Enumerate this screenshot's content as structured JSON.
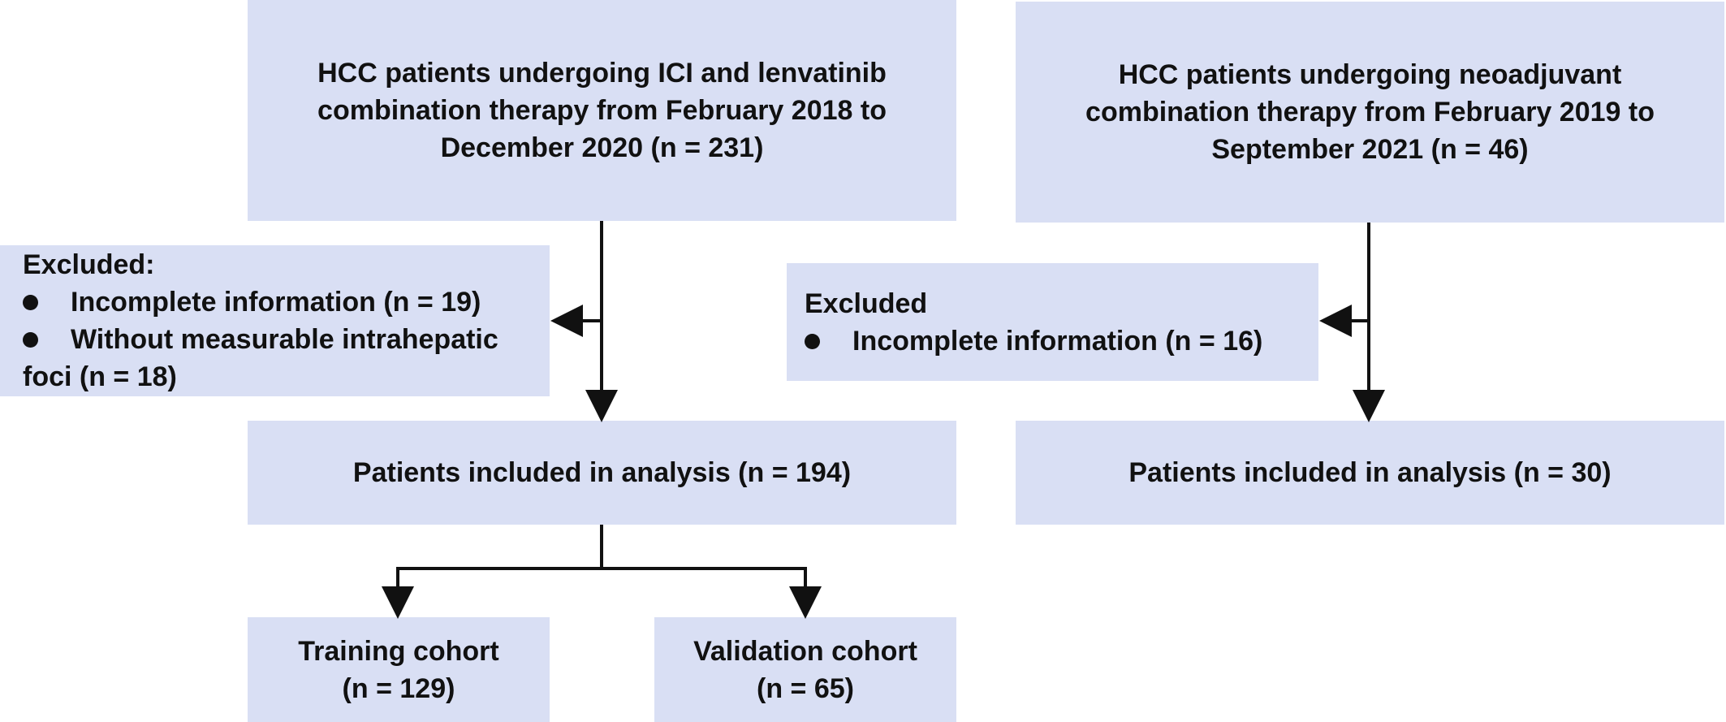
{
  "left_flow": {
    "source_box": {
      "lines": [
        "HCC patients undergoing ICI and lenvatinib",
        "combination therapy from February 2018 to",
        "December 2020 (n = 231)"
      ]
    },
    "excluded_box": {
      "title": "Excluded:",
      "items": [
        "Incomplete information (n = 19)",
        "Without measurable intrahepatic",
        "foci (n = 18)"
      ]
    },
    "included_box": {
      "text": "Patients included in analysis (n = 194)"
    },
    "training_box": {
      "lines": [
        "Training cohort",
        "(n = 129)"
      ]
    },
    "validation_box": {
      "lines": [
        "Validation cohort",
        "(n = 65)"
      ]
    }
  },
  "right_flow": {
    "source_box": {
      "lines": [
        "HCC patients undergoing neoadjuvant",
        "combination therapy from February 2019 to",
        "September 2021 (n = 46)"
      ]
    },
    "excluded_box": {
      "title": "Excluded",
      "items": [
        "Incomplete information (n = 16)"
      ]
    },
    "included_box": {
      "text": "Patients included in analysis (n = 30)"
    }
  },
  "colors": {
    "box_fill": "#d9dff4",
    "line": "#111111"
  }
}
